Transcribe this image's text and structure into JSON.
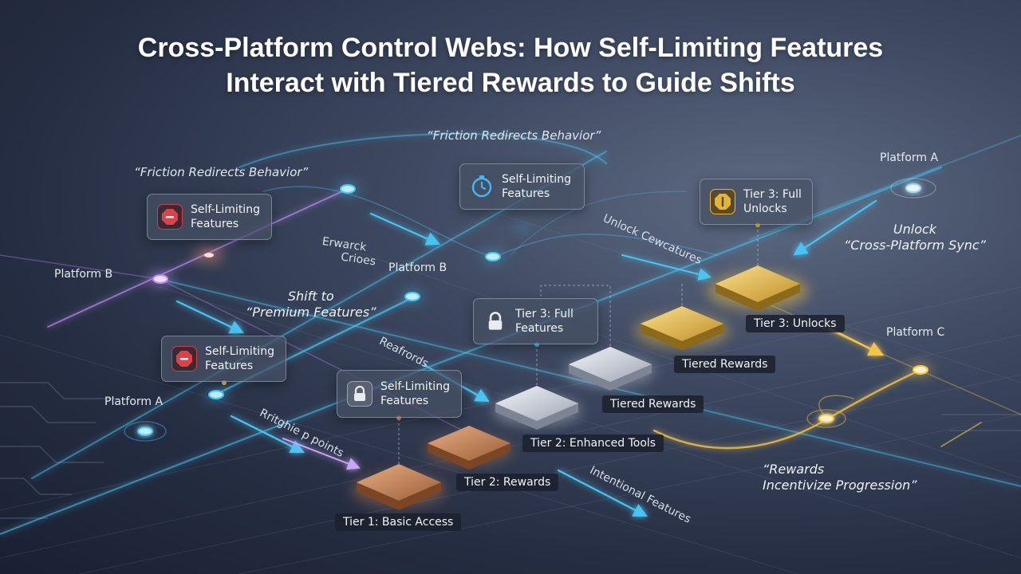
{
  "title": {
    "line1": "Cross-Platform Control Webs: How Self-Limiting Features",
    "line2": "Interact with Tiered Rewards to Guide Shifts"
  },
  "platforms": {
    "platform_a_top": "Platform A",
    "platform_b_left": "Platform B",
    "platform_b_center": "Platform B",
    "platform_a_left": "Platform A",
    "platform_c": "Platform C"
  },
  "quotes": {
    "friction_top": "“Friction Redirects Behavior”",
    "friction_left": "“Friction Redirects Behavior”",
    "shift_line1": "Shift to",
    "shift_line2": "“Premium Features”",
    "unlock_line1": "Unlock",
    "unlock_line2": "“Cross-Platform Sync”",
    "rewards_line1": "“Rewards",
    "rewards_line2": "Incentivize Progression”"
  },
  "path_labels": {
    "erwarck_line1": "Erwarck",
    "erwarck_line2": "Crioes",
    "unlock_cewe": "Unlock Cewcatures",
    "rearfords": "Reafrords",
    "rritghie": "Rritghie p points",
    "intentional": "Intentional Features"
  },
  "cards": {
    "self_limit_1": {
      "line1": "Self-Limiting",
      "line2": "Features",
      "icon": "stop-octagon-icon"
    },
    "self_limit_2": {
      "line1": "Self-Limiting",
      "line2": "Features",
      "icon": "timer-icon"
    },
    "self_limit_3": {
      "line1": "Self-Limiting",
      "line2": "Features",
      "icon": "stop-octagon-icon"
    },
    "self_limit_4": {
      "line1": "Self-Limiting",
      "line2": "Features",
      "icon": "lock-icon"
    },
    "tier3_full_a": {
      "line1": "Tier 3: Full",
      "line2": "Features",
      "icon": "lock-icon"
    },
    "tier3_full_b": {
      "line1": "Tier 3: Full",
      "line2": "Unlocks",
      "icon": "gold-octagon-icon"
    }
  },
  "tiers": {
    "t1": "Tier 1: Basic Access",
    "t2_rewards": "Tier 2: Rewards",
    "t2_tools": "Tier 2: Enhanced Tools",
    "tiered_rewards_1": "Tiered Rewards",
    "tiered_rewards_2": "Tiered Rewards",
    "t3_unlocks": "Tier 3: Unlocks"
  },
  "colors": {
    "cyan": "#49c4f2",
    "violet": "#b98cf0",
    "gold": "#f2c44a",
    "bronze": "#c8875a",
    "silver": "#c9ced8",
    "red": "#d8444c"
  }
}
